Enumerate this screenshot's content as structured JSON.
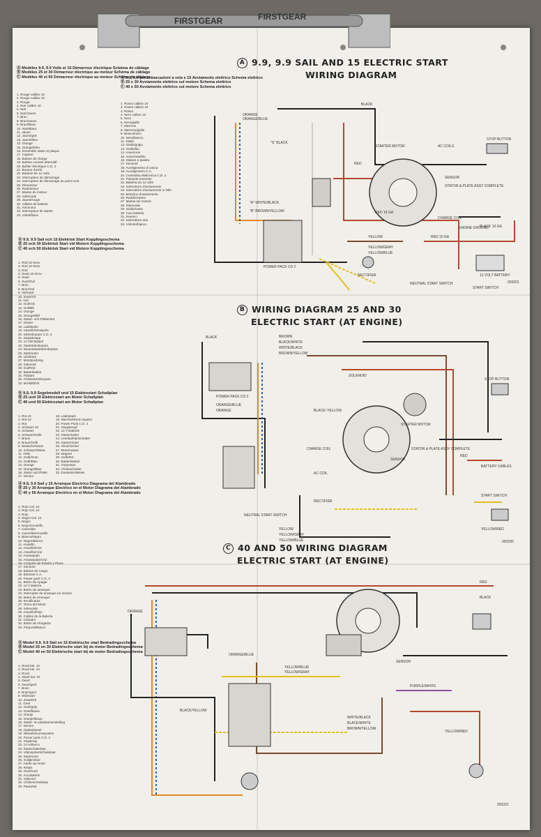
{
  "hanger_brand": "FIRSTGEAR",
  "titles": {
    "a_letter": "A",
    "a_line1": "9.9, 9.9 SAIL AND 15 ELECTRIC START",
    "a_line2": "WIRING DIAGRAM",
    "b_letter": "B",
    "b_line1": "WIRING DIAGRAM 25 AND 30",
    "b_line2": "ELECTRIC START (AT ENGINE)",
    "c_letter": "C",
    "c_line1": "40 AND 50 WIRING DIAGRAM",
    "c_line2": "ELECTRIC START (AT ENGINE)"
  },
  "legends": {
    "french_head": "Ⓐ Modèles 9.9, 9.9 Voile et 15 Démarreur électrique Schéma de câblage\nⒷ Modèles 25 et 30 Démarreur électrique au moteur Schéma de câblage\nⒸ Modèles 40 et 50 Démarreur électrique au moteur Schéma de câblage",
    "french_items": "1. Rouge calibre 16\n2. Rouge calibre 10\n3. Rouge\n4. Noir calibre 10\n5. Noir\n6. Noir/Jaune\n7. Brun\n8. Brun/Jaune\n9. Brun/Blanc\n10. Noir/Blanc\n11. Jaune\n12. Jaune/gris\n13. Jaune/bleu\n14. Orange\n15. Orange/bleu\n16. Ensemble stator et plaque\n17. Capteur\n18. Bobine de charge\n19. Bobine courant alternatif\n20. Boîtier électrique C.D. 2\n21. Bouton d'arrêt\n22. Batterie de 12 volts\n23. Interrupteur de démarrage\n24. Interrupteur de démarrage au point mort\n25. Démarreur\n26. Redresseur\n27. Masse du moteur\n28. Solénoïde\n29. Jaune/rouge\n30. Câbles de batterie\n31. Amorceur\n32. Interrupteur de starter\n33. Violet/blanc",
    "italian_head": "Ⓐ 9,9, 9,9 per imbarcazioni a vela e 15 Avviamento elettrico Schema elettrico\nⒷ 25 e 30 Avviamento elettrico sul motore Schema elettrico\nⒸ 40 e 50 Avviamento elettrico sul motore Schema elettrico",
    "italian_items": "1. Rosso calibro 16\n2. Rosso calibro 10\n3. Rosso\n4. Nero calibro 10\n5. Nero\n6. Nero/giallo\n7. Marrone\n8. Marrone/giallo\n9. Bianco/nero\n10. Nero/bianco\n11. Giallo\n12. Giallo/grigio\n13. Giallo/blu\n14. Arancione\n15. Arancione/blu\n16. Statore e piastra\n17. Sensore\n18. Avvolgimento di carica\n19. Avvolgimento C.A.\n20. Centralina elettronica C.D. 2\n21. Pulsante d'arresto\n22. Batteria da 12 volts\n23. Interruttore d'avviamento\n24. Interruttore d'avviamento in folle\n25. Motorino d'avviamento\n26. Raddrizzatore\n27. Massa sul motore\n28. Solenoide\n29. Giallo/rosso\n30. Cavi batteria\n31. Innesco\n32. Interruttore aria\n33. Violetto/bianco",
    "swedish_head": "Ⓐ 9.9, 9.9 Sail och 15 Elektrisk Start Kopplingsschema\nⒷ 25 och 30 Elektrisk Start vid Motorn Kopplingsschema\nⒸ 40 och 50 Elektrisk Start vid Motorn Kopplingsschema",
    "swedish_items": "1. Röd 16-Grov\n2. Röd 10-Grov\n3. Röd\n4. Svart 10-Grov\n5. Svart\n6. Svart/Gul\n7. Brun\n8. Brun/Gul\n9. Vit/Svart\n10. Svart/Vit\n11. Gul\n12. Gul/Grå\n13. Gul/Blå\n14. Orange\n15. Orange/Blå\n16. Stator- och Plattenhet\n17. Givare\n18. Laddspole\n19. Växelströmsspole\n20. Strömbrytare C.D. 2\n21. Stoppknapp\n22. 12 Volt Batteri\n23. Startströmbrytare\n24. Neutralstartströmbrytare\n25. Startmotor\n26. Likriktare\n27. Motorjordning\n28. Solenoid\n29. Gul/Röd\n30. Batterikablar\n31. Flödare\n32. Chokeströmbrytare\n33. Morkblå/Vit",
    "german_head": "Ⓐ 9,9, 9,9 Segelmodell und 15 Elektrostart Schaltplan\nⒷ 25 und 30 Elektrostart am Motor Schaltplan\nⒸ 40 und 50 Elektrostart am Motor Schaltplan",
    "german_items_a": "1. Rot 16\n2. Rot 10\n3. Rot\n4. Schwarz 10\n5. Schwarz\n6. Schwarz/Gelb\n7. Braun\n8. Braun/Gelb\n9. Weiss/Schwarz\n10. Schwarz/Weiss\n11. Gelb\n12. Gelb/Grau\n13. Gelb/Blau\n14. Orange\n15. Orange/Blau\n16. Stator und Platte\n17. Sensor",
    "german_items_b": "18. Ladespule\n19. Wechselstrom-Spulen\n20. Power Pack C.D. 2\n21. Stoppknopf\n22. 12 V Batterie\n23. Startschalter\n24. Leerlaufstartschalter\n25. Startermotor\n26. Gleichrichter\n27. Motormasse\n28. Magnet\n29. Gelb/Rot\n30. Batteriekabel\n31. Vorpumpe\n32. Chokeschalter\n33. Dunkelvio/Weiss",
    "spanish_head": "Ⓐ 9.9, 9.9 Sail y 15 Arranque Electrico Diagrama del Alambrado\nⒷ 25 y 30 Arranque Electrico en el Motor Diagrama del Alambrado\nⒸ 40 y 50 Arranque Electrico en el Motor Diagrama del Alambrado",
    "spanish_items": "1. Rojo Cal. 16\n2. Rojo Cal. 10\n3. Rojo\n4. Negro Cal. 10\n5. Negro\n6. Negro/Amarillo\n7. Carmelita\n8. Carmelita/Amarillo\n9. Blanco/Negro\n10. Negro/Blanco\n11. Amarillo\n12. Amarillo/Gris\n13. Amarillo/Azul\n14. Anaranjado\n15. Anaranjado/Azul\n16. Conjunto de Estator y Placa\n17. Sensore\n18. Bobina de Carga\n19. Bobinas C.A.\n20. Power pack C.D. 2\n21. Botón de Apagar\n22. 12 V Batería\n23. Botón de arranque\n24. Interruptor de arranque en neutral\n25. Motor de Arranque\n26. Rectificador\n27. Tierra del Motor\n28. Solenoide\n29. Amarillo/Rojo\n30. Cables de la Batería\n31. Cebador\n32. Botón de Ahogador\n33. Púrpura/Blanco",
    "dutch_head": "Ⓐ Model 9.9, 9.9 Sail en 15 Elektrische start Bedradingsschema\nⒷ Model 25 en 30 Elektrische start bij de motor Bedradingsschema\nⒸ Model 40 en 50 Elektrische start bij de motor Bedradingsschema",
    "dutch_items": "1. Rood kal. 16\n2. Rood kal. 10\n3. Rood\n4. Zwart kal. 10\n5. Zwart\n6. Zwart/geel\n7. Bruin\n8. Bruin/geel\n9. Wit/zwart\n10. Zwart/wit\n11. Geel\n12. Geel/grijs\n13. Geel/blauw\n14. Oranje\n15. Oranje/blauw\n16. Stator- en plaatsamenstelling\n17. Sensor\n18. Oplaadspoel\n19. Wisselstroomspoelen\n20. Power pack C.D. 2\n21. Stopknop\n22. 12 voltaccu\n23. Startschakelaar\n24. Vrijloopstartschakelaar\n25. Startmotor\n26. Gelijkrichter\n27. Aarde op motor\n28. Relais\n29. Geel/rood\n30. Accukabels\n31. Voljector\n32. Chokeschakelaar\n33. Paars/wit"
  },
  "diagram_a_labels": {
    "black": "BLACK",
    "orange": "ORANGE",
    "orange_blue": "ORANGE/BLUE",
    "s_black": "\"S\" BLACK",
    "starter_motor": "STARTER MOTOR",
    "stop_button": "STOP BUTTON",
    "ac_coils": "AC COILS",
    "sensor": "SENSOR",
    "stator": "STATOR & PLATE ASSY COMPLETE",
    "charge_coil": "CHARGE COIL",
    "red": "RED",
    "red_10": "RED 10 GA",
    "black_10": "BLACK 10 GA",
    "engine_ground": "ENGINE GROUND",
    "battery": "12 VOLT BATTERY",
    "start_switch": "START SWITCH",
    "neutral_start": "NEUTRAL START SWITCH",
    "rectifier": "RECTIFIER",
    "power_pack": "POWER PACK CD 2",
    "yellow": "YELLOW",
    "yellow_gray": "YELLOW/GRAY",
    "yellow_blue": "YELLOW/BLUE",
    "red_16": "RED 16 GA",
    "brown_yellow": "\"B\" BROWN/YELLOW",
    "white_black": "\"A\" WHITE/BLACK",
    "code": "003201"
  },
  "diagram_b_labels": {
    "black": "BLACK",
    "brown": "BROWN",
    "black_white": "BLACK/WHITE",
    "white_black": "WHITE/BLACK",
    "brown_yellow": "BROWN/YELLOW",
    "power_pack": "POWER PACK CD 2",
    "orange_blue": "ORANGE/BLUE",
    "orange": "ORANGE",
    "solenoid": "SOLENOID",
    "red": "RED",
    "stop_button": "STOP BUTTON",
    "starter_motor": "STARTER MOTOR",
    "stator": "STATOR & PLATE ASSY COMPLETE",
    "charge_coil": "CHARGE COIL",
    "ac_coil": "AC COIL",
    "sensor": "SENSOR",
    "rectifier": "RECTIFIER",
    "neutral_start": "NEUTRAL START SWITCH",
    "yellow": "YELLOW",
    "yellow_gray": "YELLOW/GRAY",
    "yellow_blue": "YELLOW/BLUE",
    "battery_cables": "BATTERY CABLES",
    "start_switch": "START SWITCH",
    "yellow_red": "YELLOW/RED",
    "black_yellow": "BLACK/ YELLOW",
    "code": "003290"
  },
  "diagram_c_labels": {
    "red": "RED",
    "black": "BLACK",
    "orange": "ORANGE",
    "orange_blue": "ORANGE/BLUE",
    "yellow_gray": "YELLOW/GRAY",
    "yellow_blue": "YELLOW/BLUE",
    "white_black": "WHITE/BLACK",
    "black_white": "BLACK/WHITE",
    "brown_yellow": "BROWN/YELLOW",
    "purple_white": "PURPLE/WHITE",
    "sensor": "SENSOR",
    "yellow_red": "YELLOW/RED",
    "black_yellow": "BLACK/YELLOW",
    "code": "003321"
  }
}
